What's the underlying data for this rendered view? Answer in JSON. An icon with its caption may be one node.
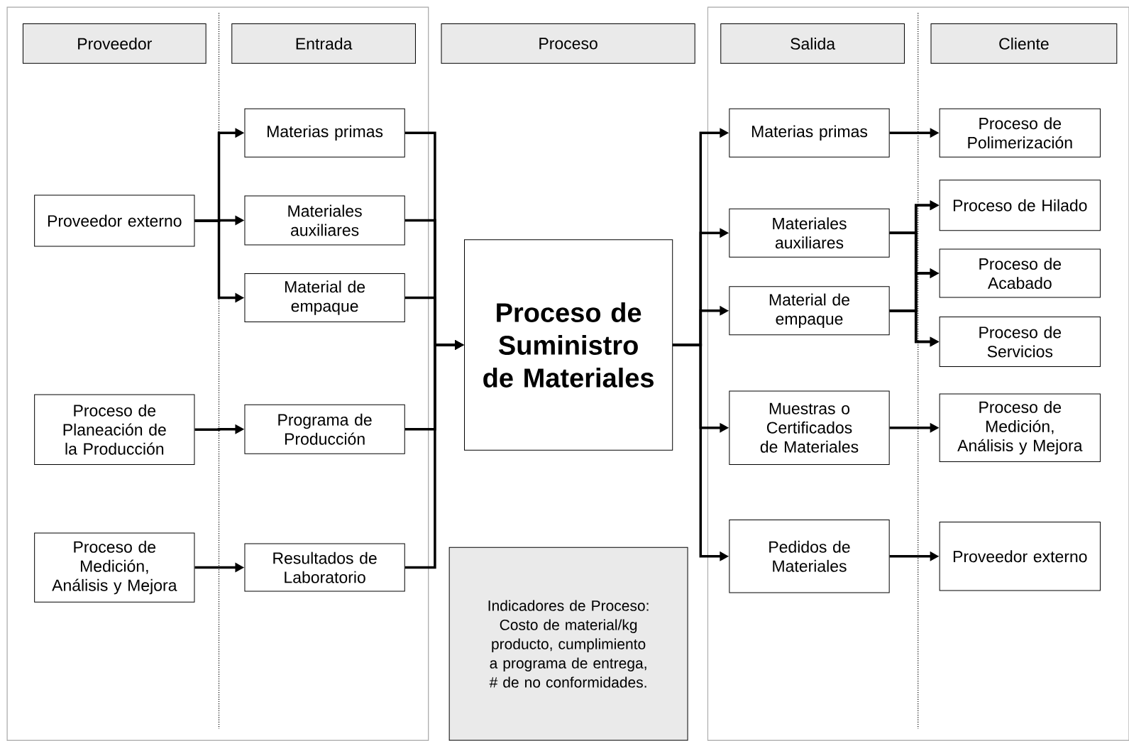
{
  "diagram": {
    "nodes": [
      {
        "text": [
          "Proveedor"
        ]
      },
      {
        "text": [
          "Entrada"
        ]
      },
      {
        "text": [
          "Proceso"
        ]
      },
      {
        "text": [
          "Salida"
        ]
      },
      {
        "text": [
          "Cliente"
        ]
      },
      {
        "text": [
          "Proveedor externo"
        ]
      },
      {
        "text": [
          "Proceso de Planeación de la Producción"
        ]
      },
      {
        "text": [
          "Proceso de Medición, Análisis y Mejora"
        ]
      },
      {
        "text": [
          "Materias primas"
        ]
      },
      {
        "text": [
          "Materiales auxiliares"
        ]
      },
      {
        "text": [
          "Material de empaque"
        ]
      },
      {
        "text": [
          "Programa de Producción"
        ]
      },
      {
        "text": [
          "Resultados de Laboratorio"
        ]
      },
      {
        "text": [
          "Proceso de Suministro de Materiales"
        ]
      },
      {
        "text": [
          "Indicadores de Proceso: Costo de material/kg producto, cumplimiento a programa de entrega, # de no conformidades."
        ]
      },
      {
        "text": [
          "Materias primas"
        ]
      },
      {
        "text": [
          "Materiales auxiliares"
        ]
      },
      {
        "text": [
          "Material de empaque"
        ]
      },
      {
        "text": [
          "Muestras o Certificados de Materiales"
        ]
      },
      {
        "text": [
          "Pedidos de Materiales"
        ]
      },
      {
        "text": [
          "Proceso de Polimerización"
        ]
      },
      {
        "text": [
          "Proceso de Hilado"
        ]
      },
      {
        "text": [
          "Proceso de Acabado"
        ]
      },
      {
        "text": [
          "Proceso de Servicios"
        ]
      },
      {
        "text": [
          "Proceso de Medición, Análisis y Mejora"
        ]
      },
      {
        "text": [
          "Proveedor externo"
        ]
      }
    ],
    "edges": [
      {
        "from": 5,
        "to": 8,
        "arrow": "to"
      },
      {
        "from": 5,
        "to": 9,
        "arrow": "to"
      },
      {
        "from": 5,
        "to": 10,
        "arrow": "to"
      },
      {
        "from": 6,
        "to": 11,
        "arrow": "to"
      },
      {
        "from": 7,
        "to": 12,
        "arrow": "to"
      },
      {
        "from": 8,
        "to": 13,
        "arrow": "to"
      },
      {
        "from": 9,
        "to": 13,
        "arrow": "to"
      },
      {
        "from": 10,
        "to": 13,
        "arrow": "to"
      },
      {
        "from": 11,
        "to": 13,
        "arrow": "to"
      },
      {
        "from": 12,
        "to": 13,
        "arrow": "to"
      },
      {
        "from": 13,
        "to": 15,
        "arrow": "to"
      },
      {
        "from": 13,
        "to": 16,
        "arrow": "to"
      },
      {
        "from": 13,
        "to": 17,
        "arrow": "to"
      },
      {
        "from": 13,
        "to": 18,
        "arrow": "to"
      },
      {
        "from": 13,
        "to": 19,
        "arrow": "to"
      },
      {
        "from": 15,
        "to": 20,
        "arrow": "to"
      },
      {
        "from": 16,
        "to": 21,
        "arrow": "to"
      },
      {
        "from": 16,
        "to": 22,
        "arrow": "to"
      },
      {
        "from": 16,
        "to": 23,
        "arrow": "to"
      },
      {
        "from": 17,
        "to": 21,
        "arrow": "to"
      },
      {
        "from": 17,
        "to": 22,
        "arrow": "to"
      },
      {
        "from": 17,
        "to": 23,
        "arrow": "to"
      },
      {
        "from": 18,
        "to": 24,
        "arrow": "to"
      },
      {
        "from": 19,
        "to": 25,
        "arrow": "to"
      }
    ]
  }
}
